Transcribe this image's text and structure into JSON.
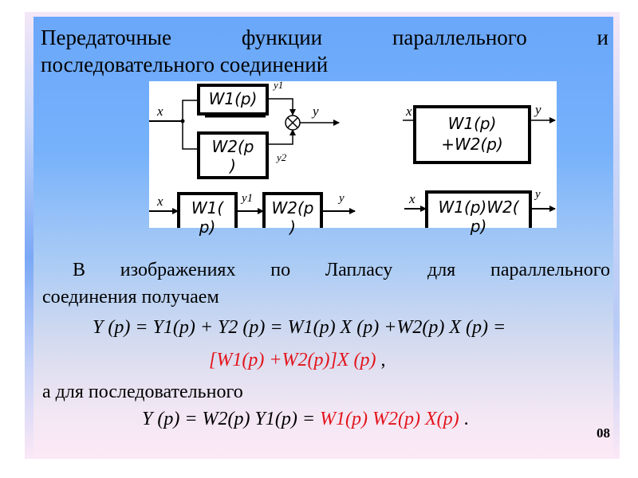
{
  "slide": {
    "title_line1_words": [
      "Передаточные",
      "функции",
      "параллельного",
      "и"
    ],
    "title_line2": "последовательного соединений",
    "page_number": "08"
  },
  "diagram": {
    "parallel": {
      "input": "x",
      "output": "y",
      "block1": "W1(p)",
      "block2_line1": "W2(p",
      "block2_line2": ")",
      "y1": "y1",
      "y2": "y2",
      "summing_junction": "sum-junction"
    },
    "series": {
      "input": "x",
      "output": "y",
      "mid": "y1",
      "block1_line1": "W1(",
      "block1_line2": "p)",
      "block2_line1": "W2(p",
      "block2_line2": ")"
    },
    "parallel_equivalent": {
      "input": "x",
      "output": "y",
      "line1": "W1(p)",
      "line2": "+W2(p)"
    },
    "series_equivalent": {
      "input": "x",
      "output": "y",
      "line1": "W1(p)W2(",
      "line2": "p)"
    }
  },
  "text": {
    "para_line1_words": [
      "В",
      "изображениях",
      "по",
      "Лапласу",
      "для",
      "параллельного"
    ],
    "para_line2": "соединения получаем",
    "series_intro": "а для последовательного"
  },
  "formulas": {
    "parallel_main": "Y (p) = Y1(p) + Y2 (p) = W1(p) X (p) +W2(p) X (p) =",
    "parallel_result": "[W1(p) +W2(p)]X (p)",
    "parallel_result_suffix": ",",
    "series_lhs": "Y (p) = W2(p) Y1(p) =",
    "series_result": "W1(p) W2(p) X(p)",
    "series_suffix": "."
  },
  "colors": {
    "highlight": "#e3141b",
    "panel_top": "#6aa7fa",
    "panel_bottom": "#fde9f6"
  }
}
